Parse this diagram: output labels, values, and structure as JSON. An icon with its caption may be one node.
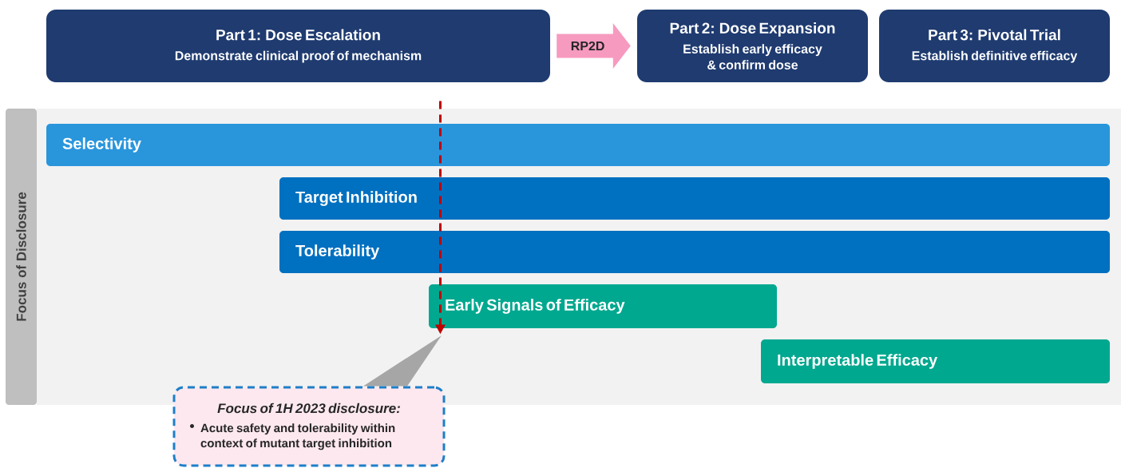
{
  "diagram": {
    "nodes": [
      {
        "text": [
          "Part 1: Dose Escalation",
          "Demonstrate clinical proof of mechanism"
        ]
      },
      {
        "text": [
          "Part 2: Dose Expansion",
          "Establish early efficacy & confirm dose"
        ]
      },
      {
        "text": [
          "Part 3: Pivotal Trial",
          "Establish definitive efficacy"
        ]
      },
      {
        "text": [
          "Focus of Disclosure"
        ]
      },
      {
        "text": [
          "Selectivity"
        ]
      },
      {
        "text": [
          "Target Inhibition"
        ]
      },
      {
        "text": [
          "Tolerability"
        ]
      },
      {
        "text": [
          "Early Signals of Efficacy"
        ]
      },
      {
        "text": [
          "Interpretable Efficacy"
        ]
      },
      {
        "text": [
          "Focus of 1H 2023 disclosure:",
          "Acute safety and tolerability within context of mutant target inhibition"
        ]
      }
    ],
    "edges": [
      {
        "from": 0,
        "to": 1,
        "arrow": "to",
        "label": "RP2D",
        "style": "thick",
        "color": "#f79ac0"
      },
      {
        "from": null,
        "to": 9,
        "arrow": "to",
        "style": "dashed",
        "color": "#c00000"
      }
    ]
  }
}
